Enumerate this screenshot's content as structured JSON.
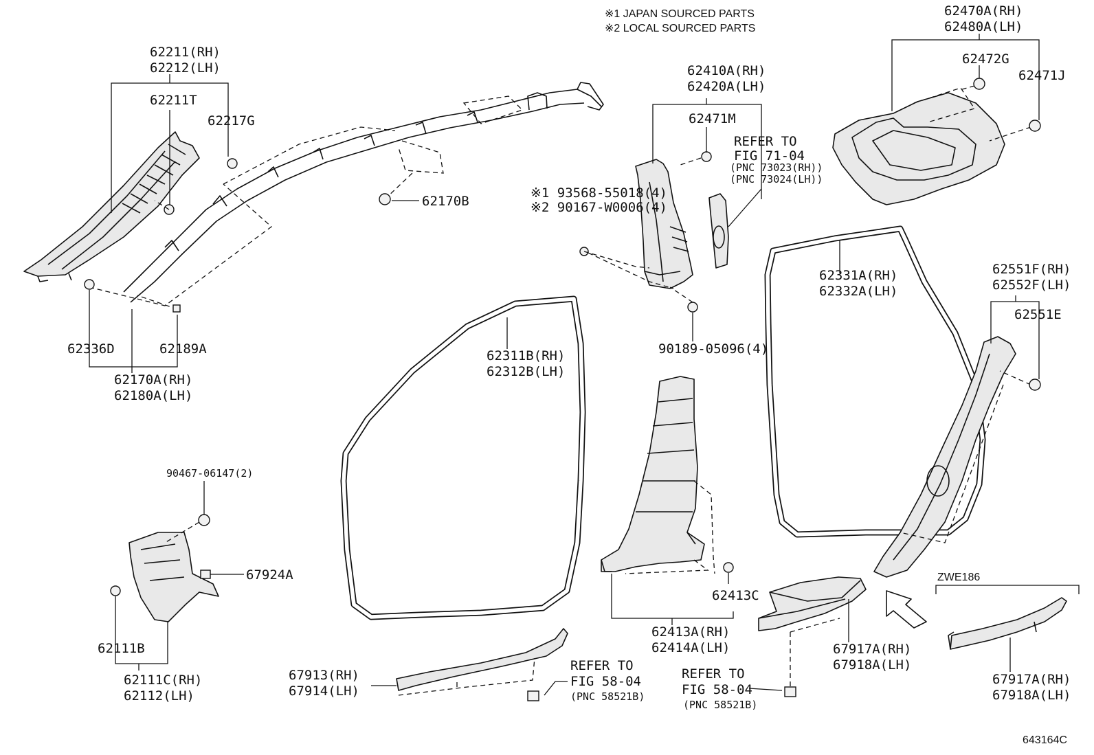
{
  "notes": {
    "note1": "※1 JAPAN SOURCED PARTS",
    "note2": "※2 LOCAL SOURCED PARTS"
  },
  "labels": {
    "p62211rh": "62211(RH)",
    "p62212lh": "62212(LH)",
    "p62211t": "62211T",
    "p62217g": "62217G",
    "p62170b": "62170B",
    "p62336d": "62336D",
    "p62189a": "62189A",
    "p62170arh": "62170A(RH)",
    "p62180alh": "62180A(LH)",
    "p62410arh": "62410A(RH)",
    "p62420alh": "62420A(LH)",
    "p62471m": "62471M",
    "refer71a": "REFER TO",
    "refer71b": "FIG 71-04",
    "pnc73023": "(PNC 73023(RH))",
    "pnc73024": "(PNC 73024(LH))",
    "bolt1": "※1 93568-55018(4)",
    "bolt2": "※2 90167-W0006(4)",
    "p90189": "90189-05096(4)",
    "p62470arh": "62470A(RH)",
    "p62480alh": "62480A(LH)",
    "p62472g": "62472G",
    "p62471j": "62471J",
    "p62331arh": "62331A(RH)",
    "p62332alh": "62332A(LH)",
    "p62551frh": "62551F(RH)",
    "p62552flh": "62552F(LH)",
    "p62551e": "62551E",
    "p62311brh": "62311B(RH)",
    "p62312blh": "62312B(LH)",
    "p90467": "90467-06147(2)",
    "p67924a": "67924A",
    "p62111b": "62111B",
    "p62111crh": "62111C(RH)",
    "p62112lh": "62112(LH)",
    "p62413c": "62413C",
    "p62413arh": "62413A(RH)",
    "p62414alh": "62414A(LH)",
    "p67913rh": "67913(RH)",
    "p67914lh": "67914(LH)",
    "refer58a1": "REFER TO",
    "refer58b1": "FIG 58-04",
    "pnc58521b1": "(PNC 58521B)",
    "refer58a2": "REFER TO",
    "refer58b2": "FIG 58-04",
    "pnc58521b2": "(PNC 58521B)",
    "p67917arh1": "67917A(RH)",
    "p67918alh1": "67918A(LH)",
    "zwe186": "ZWE186",
    "p67917arh2": "67917A(RH)",
    "p67918alh2": "67918A(LH)",
    "figno": "643164C"
  }
}
